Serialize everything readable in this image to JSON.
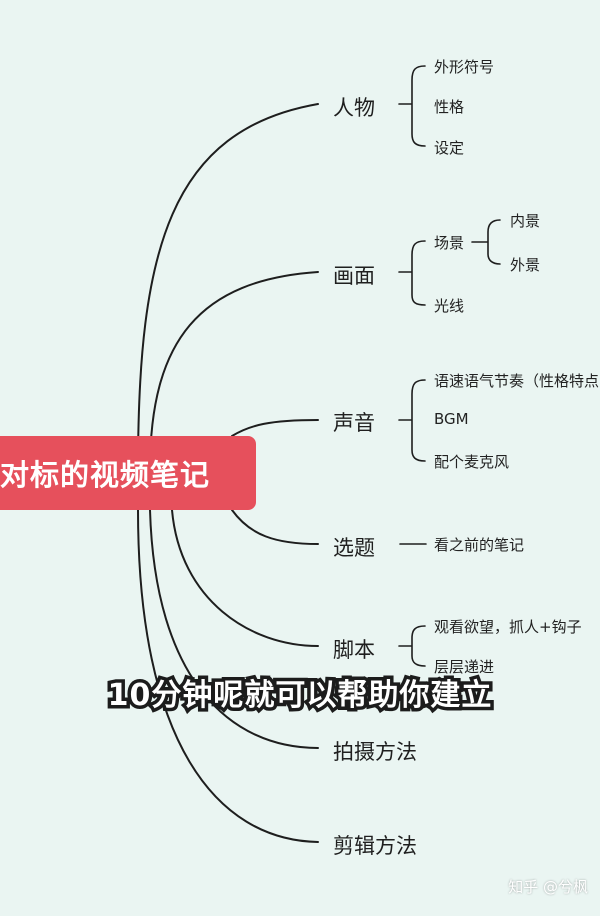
{
  "root": {
    "label": "对标的视频笔记"
  },
  "branches": [
    {
      "label": "人物",
      "children": [
        "外形符号",
        "性格",
        "设定"
      ]
    },
    {
      "label": "画面",
      "children": [
        "场景",
        "光线"
      ],
      "grandchildren": [
        "内景",
        "外景"
      ]
    },
    {
      "label": "声音",
      "children": [
        "语速语气节奏（性格特点",
        "BGM",
        "配个麦克风"
      ]
    },
    {
      "label": "选题",
      "children": [
        "看之前的笔记"
      ]
    },
    {
      "label": "脚本",
      "children": [
        "观看欲望，抓人+钩子",
        "层层递进"
      ]
    },
    {
      "label": "拍摄方法"
    },
    {
      "label": "剪辑方法"
    }
  ],
  "subtitle": "10分钟呢就可以帮助你建立",
  "watermark": "知乎 @兮枫"
}
